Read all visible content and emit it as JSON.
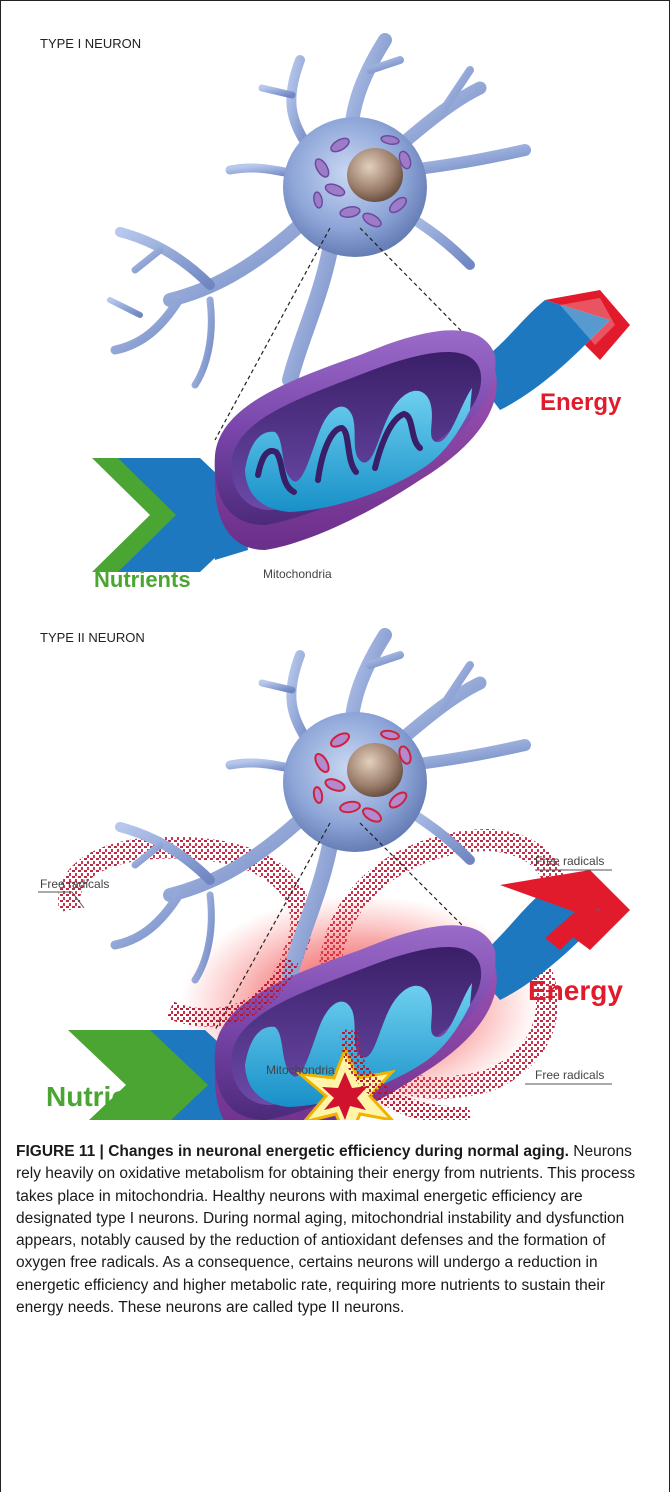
{
  "panels": {
    "type1": {
      "title": "TYPE I NEURON",
      "nutrients_label": "Nutrients",
      "energy_label": "Energy",
      "mitochondria_label": "Mitochondria"
    },
    "type2": {
      "title": "TYPE II NEURON",
      "nutrients_label": "Nutrients",
      "energy_label": "Energy",
      "mitochondria_label": "Mitochondria",
      "free_radicals_left": "Free radicals",
      "free_radicals_top_right": "Free radicals",
      "free_radicals_bottom_right": "Free radicals"
    }
  },
  "colors": {
    "nutrients": "#4aa532",
    "energy": "#e21b2c",
    "flow_blue": "#1e78c0",
    "neuron": "#8ea6d8",
    "mitochondria": "#6e3f98",
    "radicals": "#b3122e"
  },
  "caption": {
    "heading": "FIGURE 11 | Changes in neuronal energetic efficiency during normal aging.",
    "body": "Neurons rely heavily on oxidative metabolism for obtaining their energy from nutrients. This process takes place in mitochondria. Healthy neurons with maximal energetic efficiency are designated type I neurons. During normal aging, mitochondrial instability and dysfunction appears, notably caused by the reduction of antioxidant defenses and the formation of oxygen free radicals. As a consequence, certains neurons will undergo a reduction in energetic efficiency and higher metabolic rate, requiring more nutrients to sustain their energy needs. These neurons are called type II neurons."
  }
}
